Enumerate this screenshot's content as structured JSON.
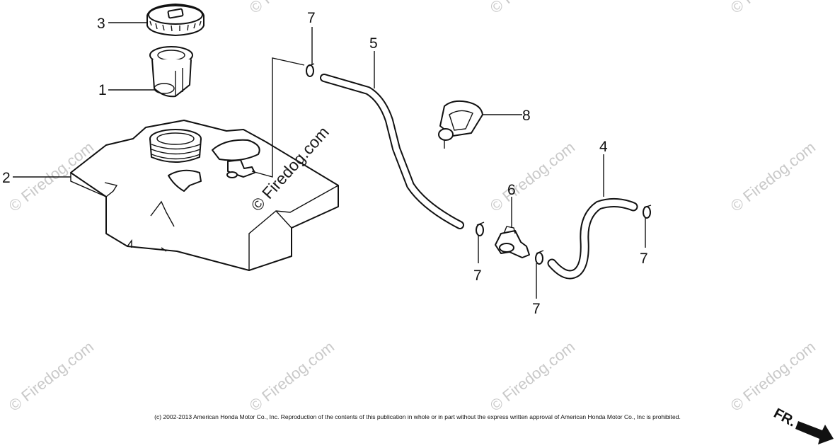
{
  "callouts": {
    "c1": "1",
    "c2": "2",
    "c3": "3",
    "c4": "4",
    "c5": "5",
    "c6": "6",
    "c7a": "7",
    "c7b": "7",
    "c7c": "7",
    "c7d": "7",
    "c8": "8"
  },
  "watermark": {
    "text": "© Firedog.com",
    "center_text": "© Firedog.com"
  },
  "copyright": "(c) 2002-2013 American Honda Motor Co., Inc. Reproduction of the contents of this publication in whole or in part without the express written approval of American Honda Motor Co., Inc is prohibited.",
  "direction": {
    "label": "FR."
  }
}
